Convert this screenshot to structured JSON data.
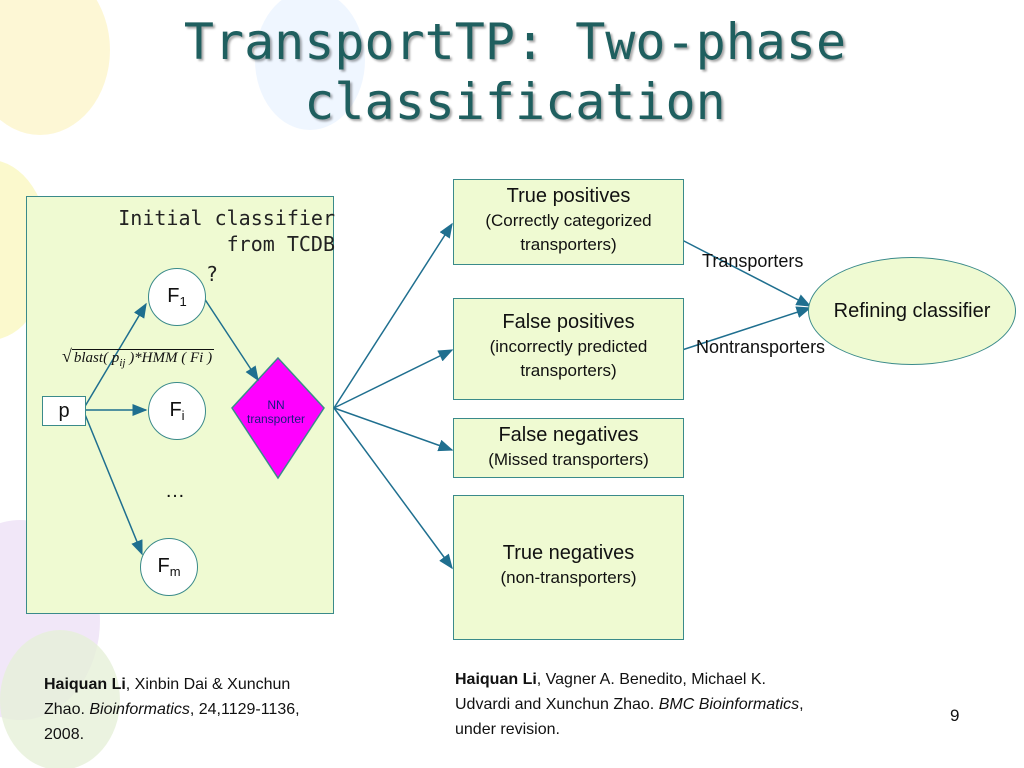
{
  "title": {
    "line1": "TransportTP: Two-phase",
    "line2": "classification"
  },
  "initial_classifier": {
    "line1": "Initial classifier",
    "line2": "from TCDB",
    "question": "?"
  },
  "input": {
    "p": "p"
  },
  "features": {
    "f1_base": "F",
    "f1_sub": "1",
    "fi_base": "F",
    "fi_sub": "i",
    "fm_base": "F",
    "fm_sub": "m",
    "ellipsis": "…"
  },
  "formula": {
    "text": "blast( p",
    "sub": "ij",
    "rest": " )*HMM ( Fi )"
  },
  "nn": {
    "line1": "NN",
    "line2": "transporter"
  },
  "outcomes": {
    "true_pos": {
      "title": "True positives",
      "desc1": "(Correctly categorized",
      "desc2": "transporters)"
    },
    "false_pos": {
      "title": "False positives",
      "desc1": "(incorrectly predicted",
      "desc2": "transporters)"
    },
    "false_neg": {
      "title": "False negatives",
      "desc1": "(Missed transporters)"
    },
    "true_neg": {
      "title": "True negatives",
      "desc1": "(non-transporters)"
    }
  },
  "refining": {
    "label": "Refining classifier",
    "transporters": "Transporters",
    "nontransporters": "Nontransporters"
  },
  "refs": {
    "left": {
      "author": "Haiquan Li",
      "rest1": ", Xinbin Dai & Xunchun",
      "rest2a": "Zhao. ",
      "journal": "Bioinformatics",
      "rest2b": ", 24,1129-1136,",
      "rest3": "2008."
    },
    "right": {
      "author": "Haiquan Li",
      "rest1": ", Vagner A. Benedito, Michael K.",
      "rest2a": "Udvardi and Xunchun Zhao. ",
      "journal": "BMC Bioinformatics",
      "rest2b": ",",
      "rest3": "under revision."
    }
  },
  "page_number": "9",
  "colors": {
    "title": "#1f5f5f",
    "panel": "#effad2",
    "border": "#3a8a8a",
    "arrow": "#1f6f8f",
    "diamond": "#ff00ff"
  }
}
